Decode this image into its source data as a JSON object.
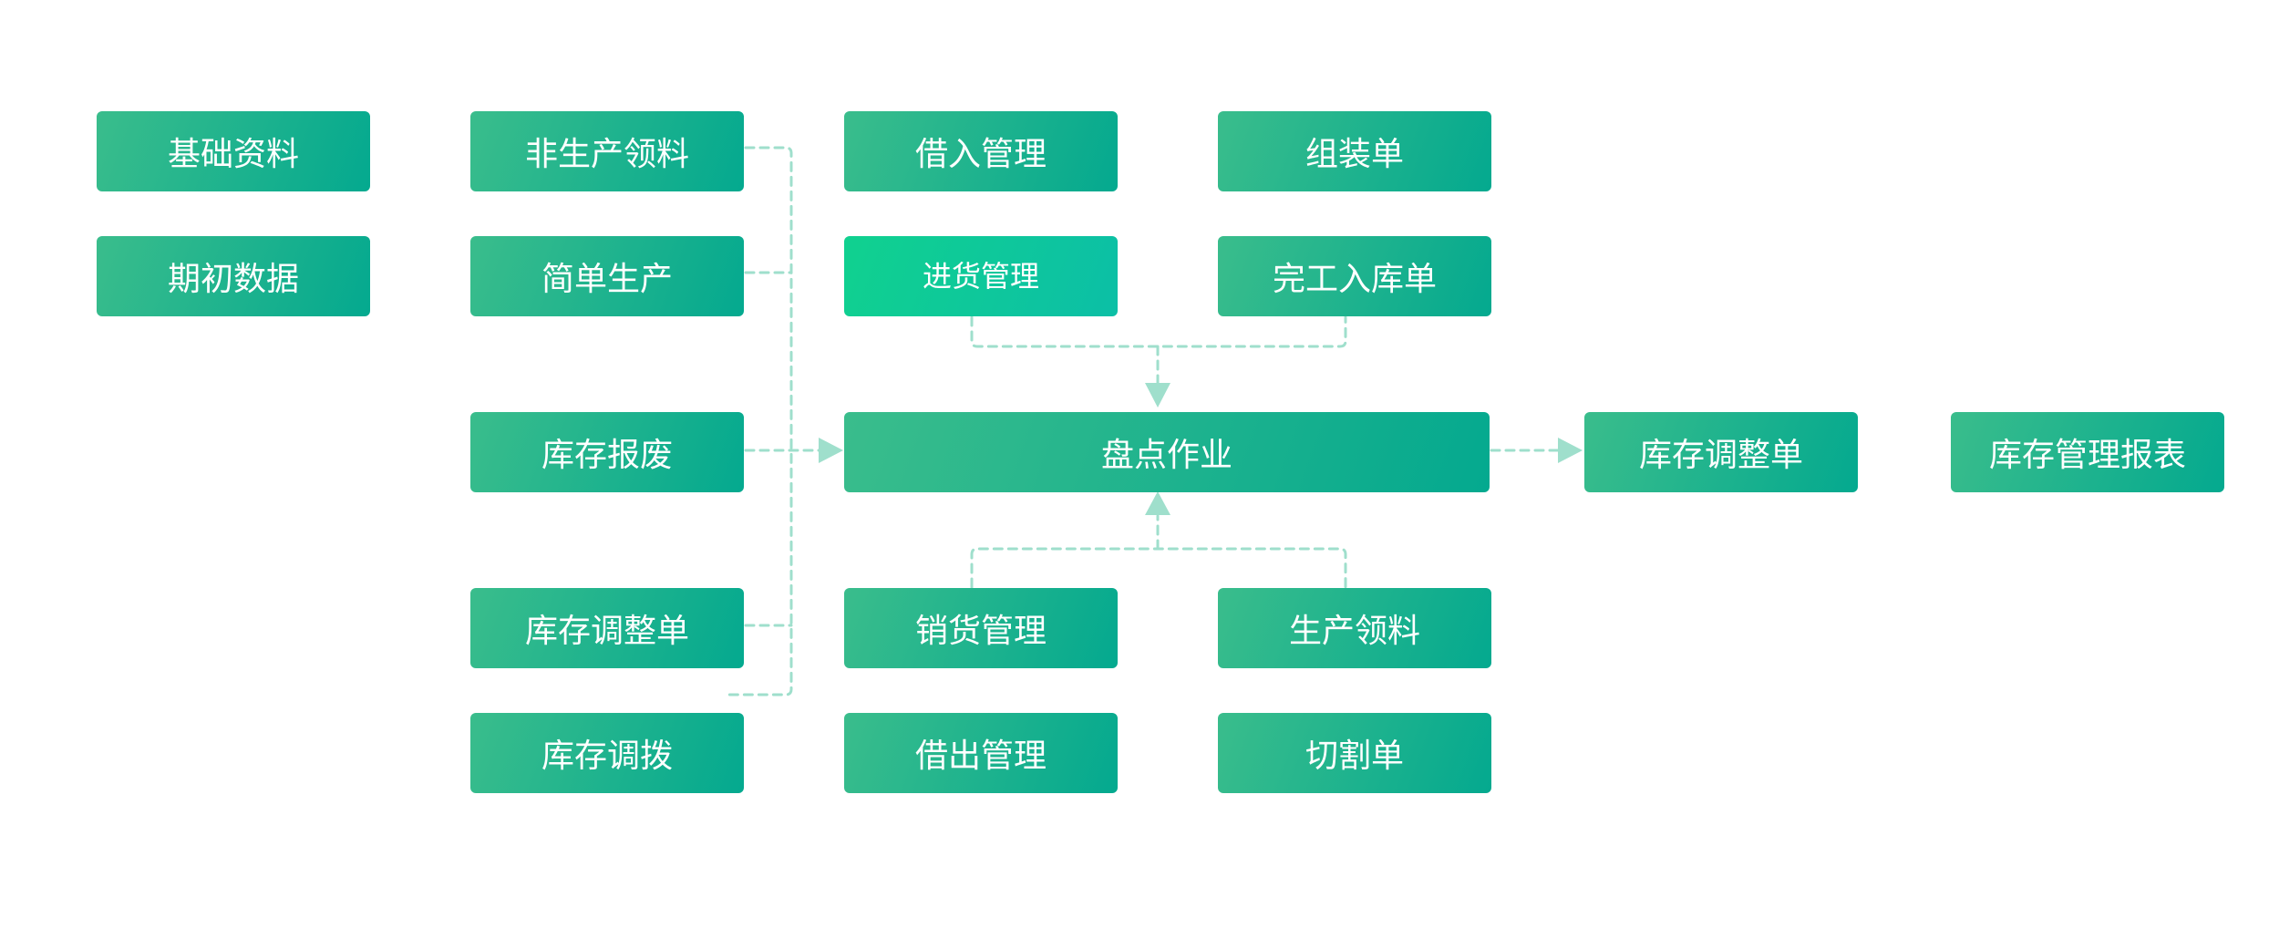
{
  "nodes": {
    "basic_data": "基础资料",
    "opening_data": "期初数据",
    "non_production_requisition": "非生产领料",
    "simple_production": "简单生产",
    "inventory_scrap": "库存报废",
    "inventory_adjustment_left": "库存调整单",
    "inventory_transfer": "库存调拨",
    "borrow_in_management": "借入管理",
    "purchase_management": "进货管理",
    "stocktaking": "盘点作业",
    "sales_management": "销货管理",
    "lend_out_management": "借出管理",
    "assembly_order": "组装单",
    "completion_receipt": "完工入库单",
    "production_requisition": "生产领料",
    "cutting_order": "切割单",
    "inventory_adjustment_right": "库存调整单",
    "inventory_report": "库存管理报表"
  },
  "colors": {
    "node_start": "#3abd8c",
    "node_end": "#04a98f",
    "node_highlight_start": "#10d18f",
    "node_highlight_end": "#0cbfa6",
    "connector": "#9fdfcc",
    "text": "#ffffff"
  }
}
